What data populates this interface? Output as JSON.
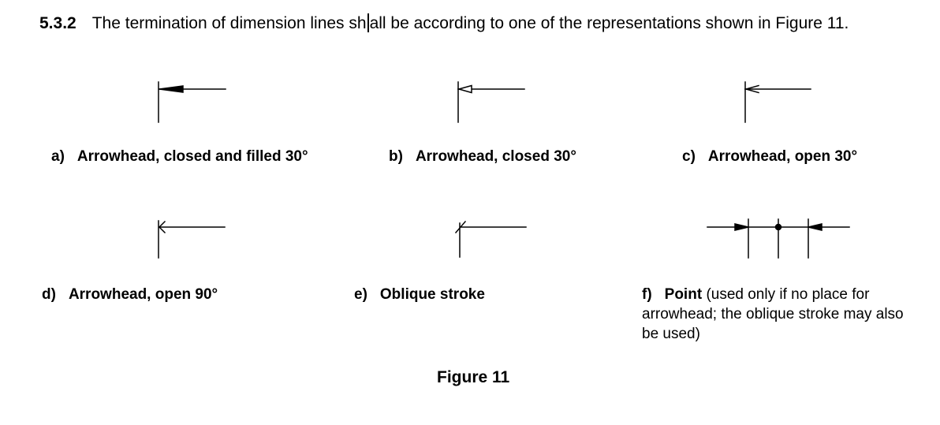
{
  "paragraph": {
    "number": "5.3.2",
    "text_before_caret": "The termination of dimension lines sh",
    "text_after_caret": "all be according to one of the representations shown in Figure 11."
  },
  "figure": {
    "title": "Figure 11",
    "captions": {
      "a": {
        "letter": "a)",
        "label": "Arrowhead, closed and filled 30°"
      },
      "b": {
        "letter": "b)",
        "label": "Arrowhead, closed 30°"
      },
      "c": {
        "letter": "c)",
        "label": "Arrowhead, open 30°"
      },
      "d": {
        "letter": "d)",
        "label": "Arrowhead, open 90°"
      },
      "e": {
        "letter": "e)",
        "label": "Oblique stroke"
      },
      "f": {
        "letter": "f)",
        "label": "Point",
        "note": "(used only if no place for arrowhead; the oblique stroke may also be used)"
      }
    }
  }
}
